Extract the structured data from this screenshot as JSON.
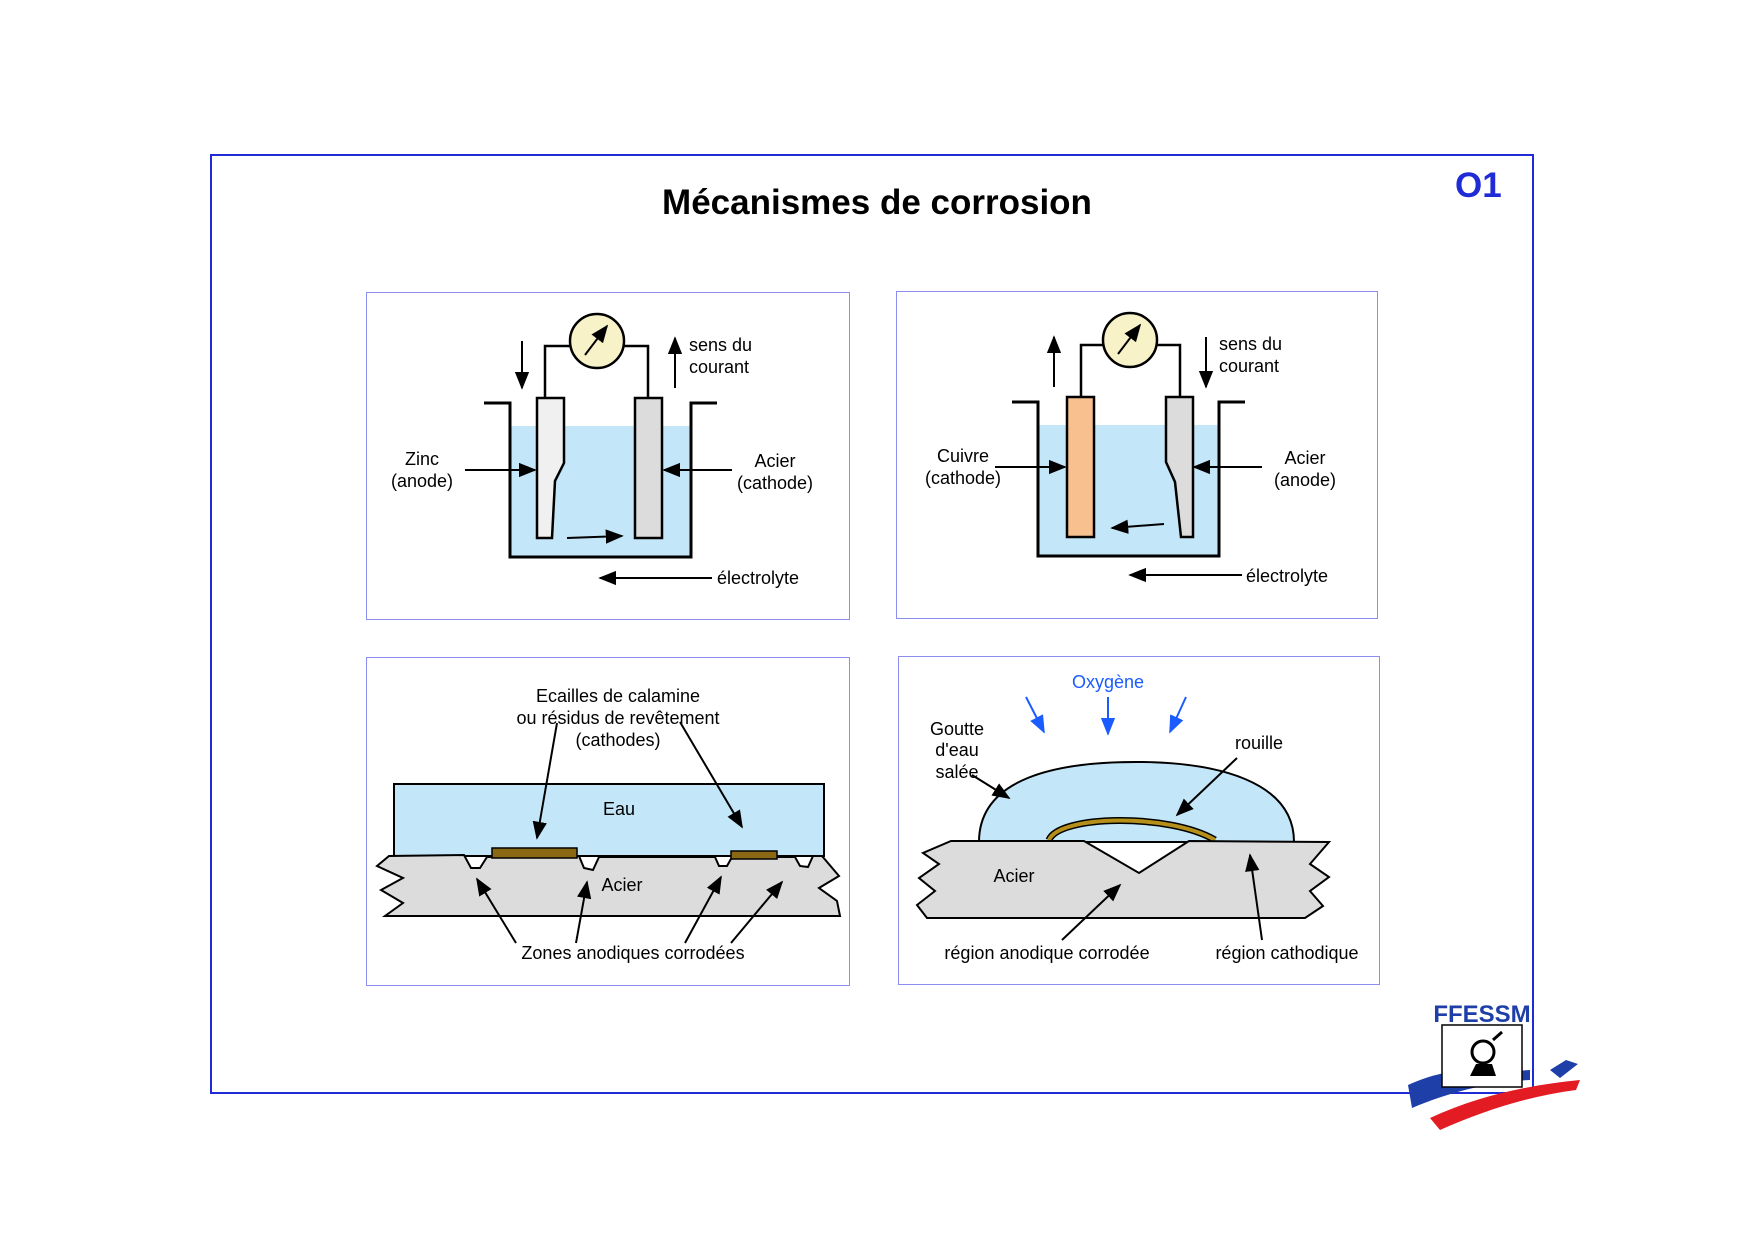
{
  "slide": {
    "title": "Mécanismes de corrosion",
    "code": "O1",
    "accent_color": "#1f2bd6"
  },
  "panel_zinc_steel": {
    "current_label_1": "sens du",
    "current_label_2": "courant",
    "left_label_1": "Zinc",
    "left_label_2": "(anode)",
    "right_label_1": "Acier",
    "right_label_2": "(cathode)",
    "electrolyte_label": "électrolyte"
  },
  "panel_copper_steel": {
    "current_label_1": "sens du",
    "current_label_2": "courant",
    "left_label_1": "Cuivre",
    "left_label_2": "(cathode)",
    "right_label_1": "Acier",
    "right_label_2": "(anode)",
    "electrolyte_label": "électrolyte"
  },
  "panel_mill_scale": {
    "caption_1": "Ecailles de calamine",
    "caption_2": "ou résidus de revêtement",
    "caption_3": "(cathodes)",
    "water_label": "Eau",
    "steel_label": "Acier",
    "zones_label": "Zones anodiques corrodées"
  },
  "panel_droplet": {
    "oxygen_label": "Oxygène",
    "drop_label_1": "Goutte",
    "drop_label_2": "d'eau",
    "drop_label_3": "salée",
    "rust_label": "rouille",
    "steel_label": "Acier",
    "anodic_label": "région anodique corrodée",
    "cathodic_label": "région cathodique",
    "oxygen_color": "#1a5cff"
  },
  "logo": {
    "text": "FFESSM",
    "icon": "diver-helmet-icon"
  },
  "colors": {
    "electrolyte": "#c3e6f8",
    "steel": "#dcdcdc",
    "copper": "#f9c08f",
    "scale": "#8b6914",
    "panel_border": "#8c8ff0"
  }
}
